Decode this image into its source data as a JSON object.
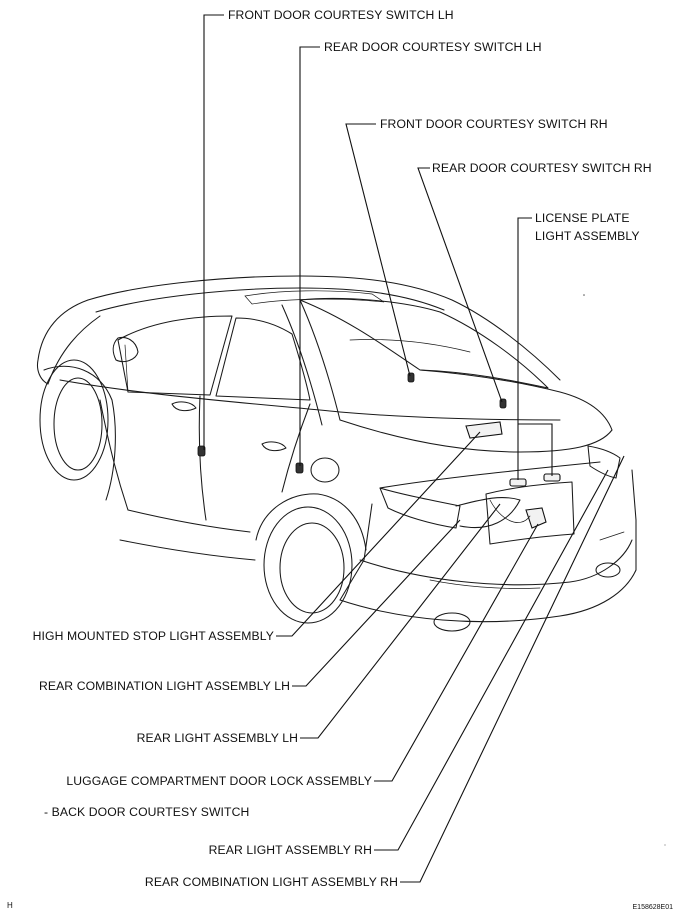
{
  "labels": {
    "front_door_lh": "FRONT DOOR COURTESY SWITCH  LH",
    "rear_door_lh": "REAR DOOR COURTESY SWITCH  LH",
    "front_door_rh": "FRONT DOOR COURTESY SWITCH  RH",
    "rear_door_rh": "REAR DOOR COURTESY SWITCH  RH",
    "license_plate_line1": "LICENSE PLATE",
    "license_plate_line2": "LIGHT ASSEMBLY",
    "high_mounted_stop": "HIGH MOUNTED STOP LIGHT ASSEMBLY",
    "rear_combination_lh": "REAR COMBINATION LIGHT ASSEMBLY LH",
    "rear_light_lh": "REAR LIGHT ASSEMBLY LH",
    "luggage_lock": "LUGGAGE COMPARTMENT DOOR LOCK ASSEMBLY",
    "back_door_switch": "-  BACK DOOR COURTESY SWITCH",
    "rear_light_rh": "REAR LIGHT ASSEMBLY RH",
    "rear_combination_rh": "REAR COMBINATION LIGHT ASSEMBLY RH"
  },
  "corner_letter": "H",
  "figure_code": "E158628E01"
}
